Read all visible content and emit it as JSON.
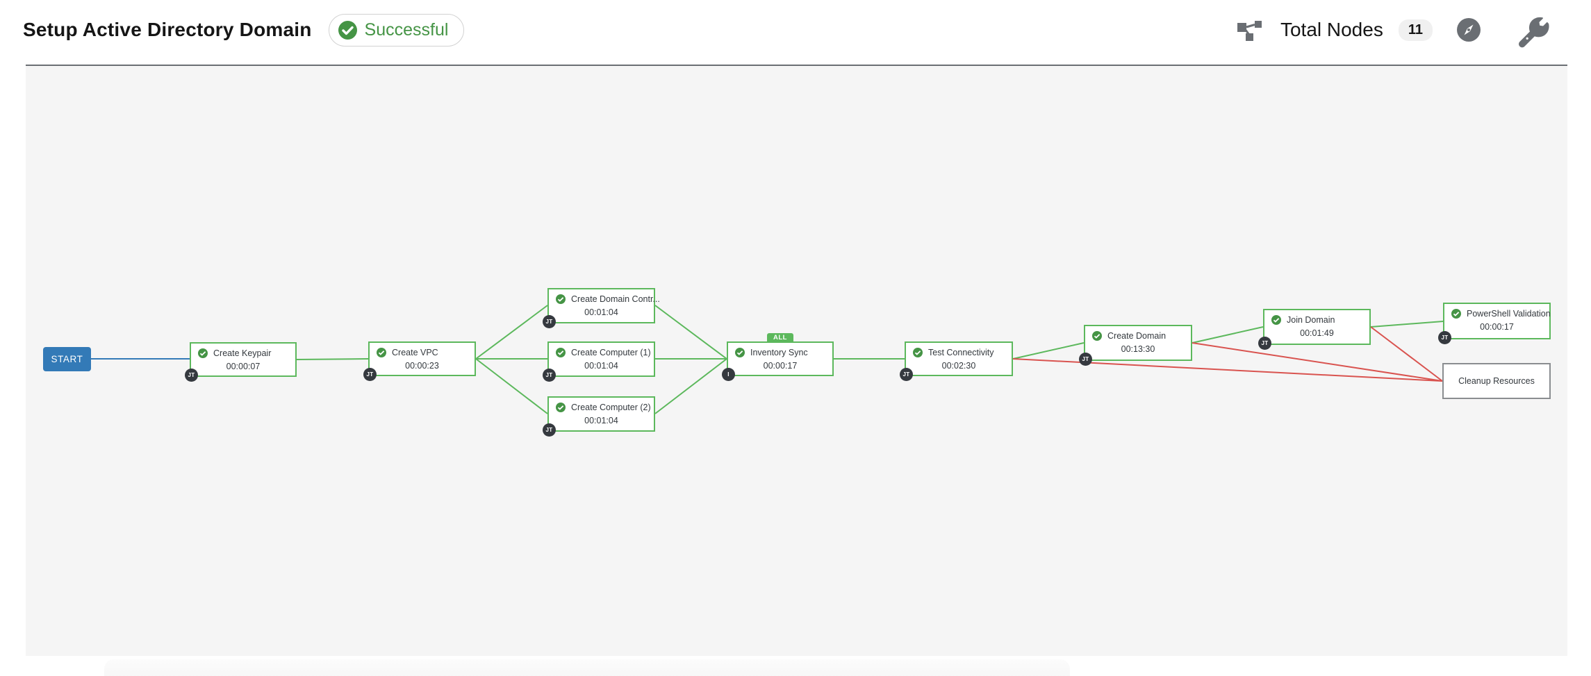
{
  "header": {
    "title": "Setup Active Directory Domain",
    "status": "Successful",
    "total_nodes_label": "Total Nodes",
    "total_nodes_count": "11",
    "icons": [
      "sitemap-icon",
      "compass-icon",
      "wrench-icon",
      "check-circle-icon"
    ]
  },
  "colors": {
    "success_green": "#5cb85c",
    "status_text_green": "#459445",
    "failure_link_red": "#d9534f",
    "start_blue": "#337ab7",
    "type_badge_bg": "#35393f",
    "unreached_border_gray": "#8a8d90",
    "icon_gray": "#6a6e73",
    "canvas_bg": "#f5f5f5"
  },
  "graph": {
    "start_label": "START",
    "all_badge_label": "ALL",
    "nodes": [
      {
        "name": "Create Keypair",
        "elapsed": "00:00:07",
        "type": "JT",
        "status": "successful"
      },
      {
        "name": "Create VPC",
        "elapsed": "00:00:23",
        "type": "JT",
        "status": "successful"
      },
      {
        "name": "Create Domain Contr...",
        "elapsed": "00:01:04",
        "type": "JT",
        "status": "successful"
      },
      {
        "name": "Create Computer (1)",
        "elapsed": "00:01:04",
        "type": "JT",
        "status": "successful"
      },
      {
        "name": "Create Computer (2)",
        "elapsed": "00:01:04",
        "type": "JT",
        "status": "successful"
      },
      {
        "name": "Inventory Sync",
        "elapsed": "00:00:17",
        "type": "I",
        "status": "successful",
        "badge": "ALL"
      },
      {
        "name": "Test Connectivity",
        "elapsed": "00:02:30",
        "type": "JT",
        "status": "successful"
      },
      {
        "name": "Create Domain",
        "elapsed": "00:13:30",
        "type": "JT",
        "status": "successful"
      },
      {
        "name": "Join Domain",
        "elapsed": "00:01:49",
        "type": "JT",
        "status": "successful"
      },
      {
        "name": "PowerShell Validation",
        "elapsed": "00:00:17",
        "type": "JT",
        "status": "successful"
      },
      {
        "name": "Cleanup Resources",
        "elapsed": "",
        "type": "",
        "status": "not-run"
      }
    ],
    "links": [
      {
        "from": "START",
        "to": "Create Keypair",
        "type": "always"
      },
      {
        "from": "Create Keypair",
        "to": "Create VPC",
        "type": "success"
      },
      {
        "from": "Create VPC",
        "to": "Create Domain Contr...",
        "type": "success"
      },
      {
        "from": "Create VPC",
        "to": "Create Computer (1)",
        "type": "success"
      },
      {
        "from": "Create VPC",
        "to": "Create Computer (2)",
        "type": "success"
      },
      {
        "from": "Create Domain Contr...",
        "to": "Inventory Sync",
        "type": "success"
      },
      {
        "from": "Create Computer (1)",
        "to": "Inventory Sync",
        "type": "success"
      },
      {
        "from": "Create Computer (2)",
        "to": "Inventory Sync",
        "type": "success"
      },
      {
        "from": "Inventory Sync",
        "to": "Test Connectivity",
        "type": "success"
      },
      {
        "from": "Test Connectivity",
        "to": "Create Domain",
        "type": "success"
      },
      {
        "from": "Test Connectivity",
        "to": "Cleanup Resources",
        "type": "failure"
      },
      {
        "from": "Create Domain",
        "to": "Join Domain",
        "type": "success"
      },
      {
        "from": "Create Domain",
        "to": "Cleanup Resources",
        "type": "failure"
      },
      {
        "from": "Join Domain",
        "to": "PowerShell Validation",
        "type": "success"
      },
      {
        "from": "Join Domain",
        "to": "Cleanup Resources",
        "type": "failure"
      }
    ]
  }
}
